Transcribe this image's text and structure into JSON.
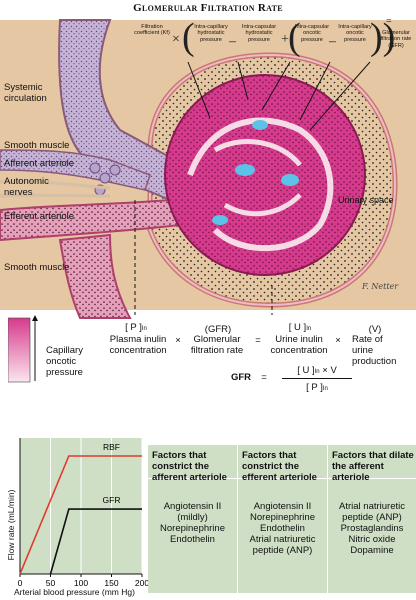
{
  "title": "Glomerular Filtration Rate",
  "filtration_equation": {
    "coefficient": "Filtration coefficient (K",
    "coefficient_sub": "f",
    "coefficient_close": ")",
    "term1": "Intra-capillary hydrostatic pressure",
    "term2": "Intra-capsular hydrostatic pressure",
    "term3": "Intra-capsular oncotic pressure",
    "term4": "Intra-capillary oncotic pressure",
    "result": "Glomerular filtration rate (GFR)",
    "sign_times": "×",
    "sign_minus": "–",
    "sign_plus": "+",
    "sign_minus2": "–",
    "sign_equals": "="
  },
  "labels": {
    "systemic_circulation": "Systemic circulation",
    "smooth_muscle_top": "Smooth muscle",
    "afferent_arteriole": "Afferent arteriole",
    "autonomic_nerves": "Autonomic nerves",
    "efferent_arteriole": "Efferent arteriole",
    "smooth_muscle_bottom": "Smooth muscle",
    "urinary_space": "Urinary space",
    "signature": "F. Netter"
  },
  "oncotic_scale_label": "Capillary oncotic pressure",
  "clearance_equation": {
    "plasma_symbol": "[ P ]",
    "plasma_sub": "In",
    "plasma_text": "Plasma inulin concentration",
    "gfr_symbol": "(GFR)",
    "gfr_text": "Glomerular filtration rate",
    "urine_symbol": "[ U ]",
    "urine_sub": "In",
    "urine_text": "Urine inulin concentration",
    "v_symbol": "(V)",
    "v_text": "Rate of urine production",
    "times1": "×",
    "equals": "=",
    "times2": "×",
    "gfr_label": "GFR",
    "gfr_equals": "=",
    "numerator": "[ U ]",
    "numerator_sub": "In",
    "numerator_rest": "× V",
    "denominator": "[ P ]",
    "denominator_sub": "In"
  },
  "chart_data": {
    "type": "line",
    "xlabel": "Arterial blood pressure (mm Hg)",
    "ylabel": "Flow rate (mL/min)",
    "xticks": [
      "0",
      "50",
      "100",
      "150",
      "200"
    ],
    "xlim": [
      0,
      200
    ],
    "grid": true,
    "series": [
      {
        "name": "RBF",
        "color": "#e03a2c",
        "x": [
          0,
          80,
          200
        ],
        "y": [
          0,
          1.0,
          1.0
        ]
      },
      {
        "name": "GFR",
        "color": "#111111",
        "x": [
          50,
          80,
          200
        ],
        "y": [
          0,
          0.55,
          0.55
        ]
      }
    ]
  },
  "table": {
    "headers": [
      "Factors that constrict the afferent arteriole",
      "Factors that constrict the efferent arteriole",
      "Factors that dilate the afferent arteriole"
    ],
    "columns": [
      [
        "Angiotensin II",
        "(mildly)",
        "Norepinephrine",
        "Endothelin"
      ],
      [
        "Angiotensin II",
        "Norepinephrine",
        "Endothelin",
        "Atrial natriuretic",
        "peptide (ANP)"
      ],
      [
        "Atrial natriuretic",
        "peptide (ANP)",
        "Prostaglandins",
        "Nitric oxide",
        "Dopamine"
      ]
    ]
  },
  "colors": {
    "capillary_pink": "#d63a8c",
    "capsule_pink": "#f0b9cf",
    "tissue_tan": "#e6c7a4",
    "vessel_lavender": "#c6b3d6",
    "panel_green": "#cfdfc6",
    "rbf_red": "#e03a2c"
  }
}
